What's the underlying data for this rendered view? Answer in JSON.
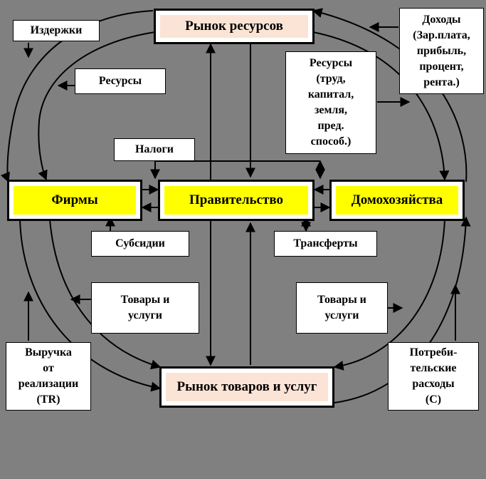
{
  "nodes": {
    "resource_market": "Рынок ресурсов",
    "goods_market": "Рынок товаров  и услуг",
    "firms": "Фирмы",
    "government": "Правительство",
    "households": "Домохозяйства"
  },
  "labels": {
    "costs": "Издержки",
    "resources": "Ресурсы",
    "resources_detail": "Ресурсы\n(труд,\nкапитал,\nземля,\nпред.\nспособ.)",
    "income": "Доходы\n(Зар.плата,\nприбыль,\nпроцент,\nрента.)",
    "taxes": "Налоги",
    "subsidies": "Субсидии",
    "transfers": "Трансферты",
    "goods_left": "Товары и\nуслуги",
    "goods_right": "Товары и\nуслуги",
    "revenue": "Выручка\nот\nреализации\n(TR)",
    "consumer_spending": "Потреби-\nтельские\nрасходы\n(C)"
  }
}
